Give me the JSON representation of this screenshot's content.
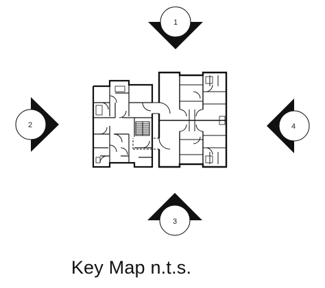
{
  "caption": "Key Map n.t.s.",
  "view_markers": [
    {
      "id": "north",
      "label": "1",
      "direction": "down"
    },
    {
      "id": "west",
      "label": "2",
      "direction": "right"
    },
    {
      "id": "south",
      "label": "3",
      "direction": "up"
    },
    {
      "id": "east",
      "label": "4",
      "direction": "left"
    }
  ],
  "colors": {
    "line": "#111111",
    "background": "#ffffff"
  }
}
